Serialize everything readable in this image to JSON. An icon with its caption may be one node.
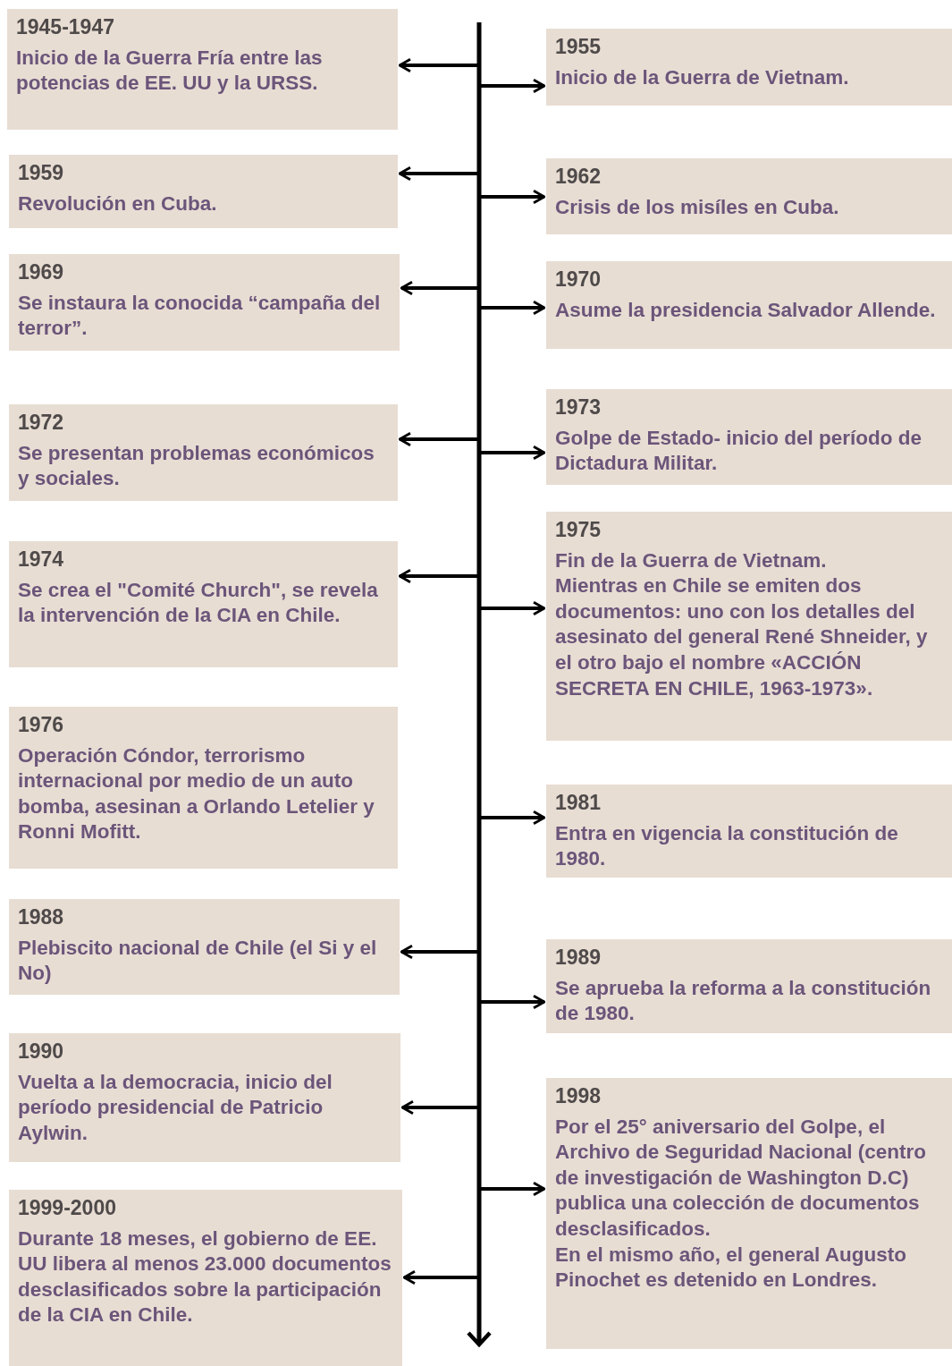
{
  "diagram": {
    "nodes": [
      {
        "text": [
          "1945-1947",
          "Inicio de la Guerra Fría entre las potencias de EE. UU y la URSS."
        ]
      },
      {
        "text": [
          "1955",
          "Inicio de la Guerra de Vietnam."
        ]
      },
      {
        "text": [
          "1959",
          "Revolución en Cuba."
        ]
      },
      {
        "text": [
          "1962",
          "Crisis de los misíles en Cuba."
        ]
      },
      {
        "text": [
          "1969",
          "Se instaura la conocida “campaña del terror”."
        ]
      },
      {
        "text": [
          "1970",
          "Asume la presidencia Salvador Allende."
        ]
      },
      {
        "text": [
          "1973",
          "Golpe de Estado- inicio del período de Dictadura Militar."
        ]
      },
      {
        "text": [
          "1972",
          "Se presentan problemas económicos y sociales."
        ]
      },
      {
        "text": [
          "1975",
          "Fin de la Guerra de Vietnam.",
          "Mientras en Chile se emiten dos documentos: uno con los detalles del asesinato del general René Shneider, y el otro bajo el nombre «ACCIÓN SECRETA EN CHILE, 1963-1973»."
        ]
      },
      {
        "text": [
          "1974",
          "Se crea el \"Comité Church\", se revela la intervención de la CIA en Chile."
        ]
      },
      {
        "text": [
          "1976",
          "Operación Cóndor, terrorismo internacional por medio de un auto bomba, asesinan a Orlando Letelier y Ronni Mofitt."
        ]
      },
      {
        "text": [
          "1981",
          "Entra en vigencia la constitución de 1980."
        ]
      },
      {
        "text": [
          "1988",
          "Plebiscito nacional de Chile (el Si y el No)"
        ]
      },
      {
        "text": [
          "1989",
          "Se aprueba la reforma a la constitución de 1980."
        ]
      },
      {
        "text": [
          "1990",
          "Vuelta a la democracia, inicio del período presidencial de Patricio Aylwin."
        ]
      },
      {
        "text": [
          "1998",
          "Por el 25° aniversario del Golpe, el Archivo de Seguridad Nacional (centro de investigación de Washington D.C) publica una colección de documentos desclasificados.",
          "En el mismo año, el general Augusto Pinochet es detenido en Londres."
        ]
      },
      {
        "text": [
          "1999-2000",
          "Durante 18 meses, el gobierno de EE. UU libera al menos 23.000 documentos desclasificados sobre la participación de la CIA en Chile."
        ]
      }
    ],
    "edges": [
      {
        "from": null,
        "to": 0,
        "arrow": "to"
      },
      {
        "from": null,
        "to": 1,
        "arrow": "to"
      },
      {
        "from": null,
        "to": 2,
        "arrow": "to"
      },
      {
        "from": null,
        "to": 3,
        "arrow": "to"
      },
      {
        "from": null,
        "to": 4,
        "arrow": "to"
      },
      {
        "from": null,
        "to": 5,
        "arrow": "to"
      },
      {
        "from": null,
        "to": 6,
        "arrow": "to"
      },
      {
        "from": null,
        "to": 7,
        "arrow": "to"
      },
      {
        "from": null,
        "to": 8,
        "arrow": "to"
      },
      {
        "from": null,
        "to": 9,
        "arrow": "to"
      },
      {
        "from": null,
        "to": 11,
        "arrow": "to"
      },
      {
        "from": null,
        "to": 12,
        "arrow": "to"
      },
      {
        "from": null,
        "to": 13,
        "arrow": "to"
      },
      {
        "from": null,
        "to": 14,
        "arrow": "to"
      },
      {
        "from": null,
        "to": 15,
        "arrow": "to"
      },
      {
        "from": null,
        "to": 16,
        "arrow": "to"
      }
    ]
  }
}
